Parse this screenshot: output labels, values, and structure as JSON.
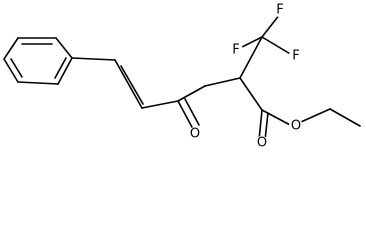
{
  "molecule": {
    "atoms": {
      "f_top": "F",
      "f_left": "F",
      "f_right": "F",
      "o_ketone": "O",
      "o_carbonyl": "O",
      "o_ester": "O"
    }
  }
}
